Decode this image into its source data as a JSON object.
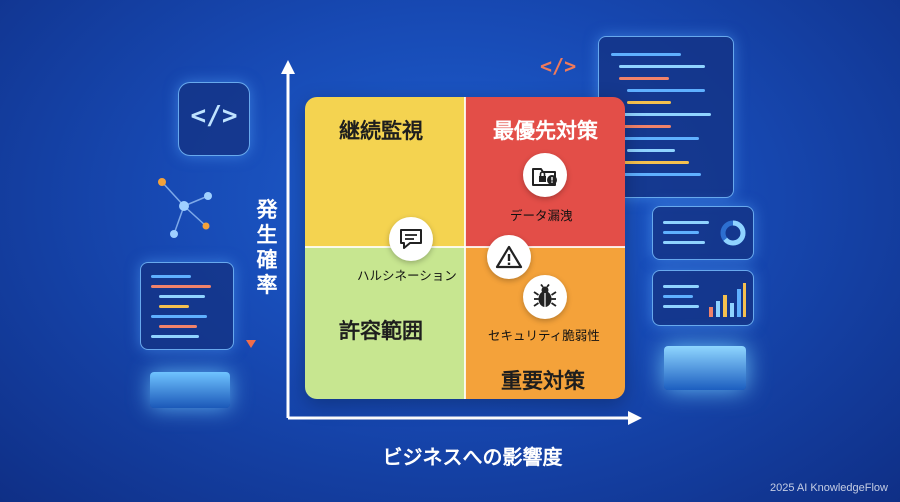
{
  "quadrants": {
    "top_left": "継続監視",
    "top_right": "最優先対策",
    "bottom_left": "許容範囲",
    "bottom_right": "重要対策"
  },
  "items": {
    "data_leak": "データ漏洩",
    "hallucination": "ハルシネーション",
    "security": "セキュリティ脆弱性"
  },
  "axes": {
    "y": "発生確率",
    "x": "ビジネスへの影響度"
  },
  "footer": "2025 AI KnowledgeFlow",
  "deco": {
    "code_glyph": "</>"
  },
  "colors": {
    "top_left": "#f4d350",
    "top_right": "#e34e48",
    "bottom_left": "#c7e690",
    "bottom_right": "#f4a23a"
  }
}
